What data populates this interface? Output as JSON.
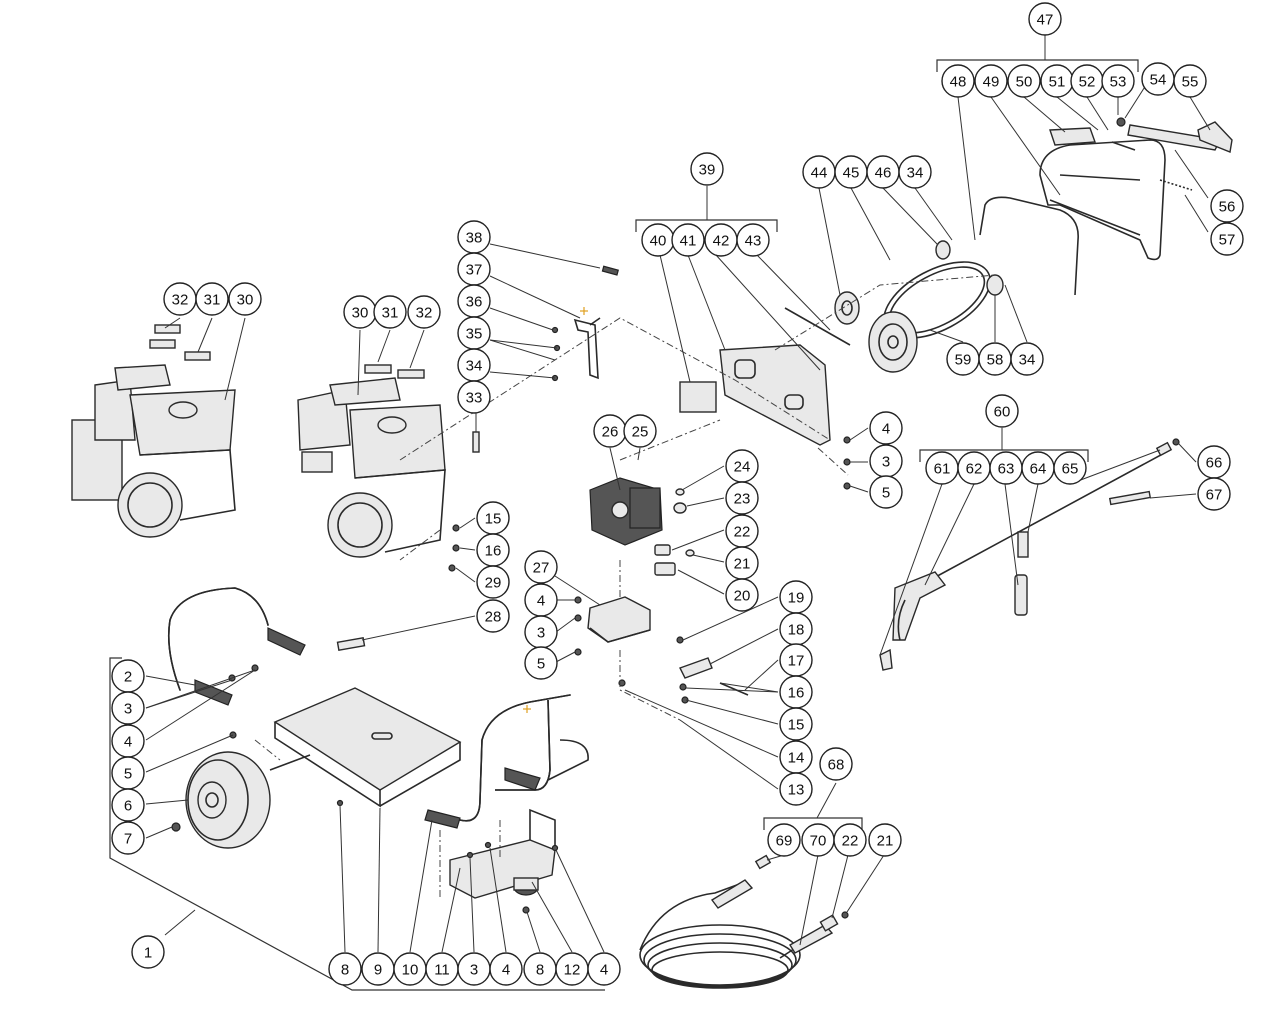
{
  "callouts": [
    {
      "id": "c47",
      "label": "47"
    },
    {
      "id": "c48",
      "label": "48"
    },
    {
      "id": "c49",
      "label": "49"
    },
    {
      "id": "c50",
      "label": "50"
    },
    {
      "id": "c51",
      "label": "51"
    },
    {
      "id": "c52",
      "label": "52"
    },
    {
      "id": "c53",
      "label": "53"
    },
    {
      "id": "c54",
      "label": "54"
    },
    {
      "id": "c55",
      "label": "55"
    },
    {
      "id": "c56",
      "label": "56"
    },
    {
      "id": "c57",
      "label": "57"
    },
    {
      "id": "c39",
      "label": "39"
    },
    {
      "id": "c40",
      "label": "40"
    },
    {
      "id": "c41",
      "label": "41"
    },
    {
      "id": "c42",
      "label": "42"
    },
    {
      "id": "c43",
      "label": "43"
    },
    {
      "id": "c44",
      "label": "44"
    },
    {
      "id": "c45",
      "label": "45"
    },
    {
      "id": "c46",
      "label": "46"
    },
    {
      "id": "c34a",
      "label": "34"
    },
    {
      "id": "c59",
      "label": "59"
    },
    {
      "id": "c58",
      "label": "58"
    },
    {
      "id": "c34b",
      "label": "34"
    },
    {
      "id": "c38",
      "label": "38"
    },
    {
      "id": "c37",
      "label": "37"
    },
    {
      "id": "c36",
      "label": "36"
    },
    {
      "id": "c35",
      "label": "35"
    },
    {
      "id": "c34c",
      "label": "34"
    },
    {
      "id": "c33",
      "label": "33"
    },
    {
      "id": "c32a",
      "label": "32"
    },
    {
      "id": "c31a",
      "label": "31"
    },
    {
      "id": "c30a",
      "label": "30"
    },
    {
      "id": "c30b",
      "label": "30"
    },
    {
      "id": "c31b",
      "label": "31"
    },
    {
      "id": "c32b",
      "label": "32"
    },
    {
      "id": "c4a",
      "label": "4"
    },
    {
      "id": "c3a",
      "label": "3"
    },
    {
      "id": "c5a",
      "label": "5"
    },
    {
      "id": "c60",
      "label": "60"
    },
    {
      "id": "c61",
      "label": "61"
    },
    {
      "id": "c62",
      "label": "62"
    },
    {
      "id": "c63",
      "label": "63"
    },
    {
      "id": "c64",
      "label": "64"
    },
    {
      "id": "c65",
      "label": "65"
    },
    {
      "id": "c66",
      "label": "66"
    },
    {
      "id": "c67",
      "label": "67"
    },
    {
      "id": "c26",
      "label": "26"
    },
    {
      "id": "c25",
      "label": "25"
    },
    {
      "id": "c24",
      "label": "24"
    },
    {
      "id": "c23",
      "label": "23"
    },
    {
      "id": "c22a",
      "label": "22"
    },
    {
      "id": "c21a",
      "label": "21"
    },
    {
      "id": "c20",
      "label": "20"
    },
    {
      "id": "c15a",
      "label": "15"
    },
    {
      "id": "c16a",
      "label": "16"
    },
    {
      "id": "c29",
      "label": "29"
    },
    {
      "id": "c28",
      "label": "28"
    },
    {
      "id": "c27",
      "label": "27"
    },
    {
      "id": "c4b",
      "label": "4"
    },
    {
      "id": "c3b",
      "label": "3"
    },
    {
      "id": "c5b",
      "label": "5"
    },
    {
      "id": "c19",
      "label": "19"
    },
    {
      "id": "c18",
      "label": "18"
    },
    {
      "id": "c17",
      "label": "17"
    },
    {
      "id": "c16b",
      "label": "16"
    },
    {
      "id": "c15b",
      "label": "15"
    },
    {
      "id": "c14",
      "label": "14"
    },
    {
      "id": "c13",
      "label": "13"
    },
    {
      "id": "c2",
      "label": "2"
    },
    {
      "id": "c3c",
      "label": "3"
    },
    {
      "id": "c4c",
      "label": "4"
    },
    {
      "id": "c5c",
      "label": "5"
    },
    {
      "id": "c6",
      "label": "6"
    },
    {
      "id": "c7",
      "label": "7"
    },
    {
      "id": "c1",
      "label": "1"
    },
    {
      "id": "c68",
      "label": "68"
    },
    {
      "id": "c69",
      "label": "69"
    },
    {
      "id": "c70",
      "label": "70"
    },
    {
      "id": "c22b",
      "label": "22"
    },
    {
      "id": "c21b",
      "label": "21"
    },
    {
      "id": "c8a",
      "label": "8"
    },
    {
      "id": "c9",
      "label": "9"
    },
    {
      "id": "c10",
      "label": "10"
    },
    {
      "id": "c11",
      "label": "11"
    },
    {
      "id": "c3d",
      "label": "3"
    },
    {
      "id": "c4d",
      "label": "4"
    },
    {
      "id": "c8b",
      "label": "8"
    },
    {
      "id": "c12",
      "label": "12"
    },
    {
      "id": "c4e",
      "label": "4"
    }
  ]
}
